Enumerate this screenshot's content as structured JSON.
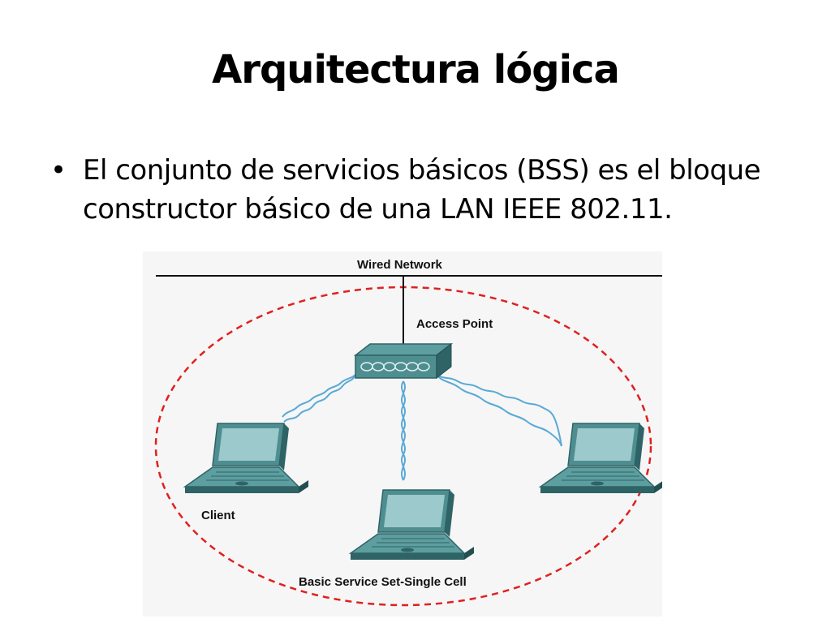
{
  "slide": {
    "title": "Arquitectura lógica",
    "bullets": [
      {
        "symbol": "•",
        "text": "El conjunto de servicios básicos (BSS) es el bloque constructor básico de una LAN IEEE 802.11."
      }
    ]
  },
  "diagram": {
    "wired_network_label": "Wired Network",
    "access_point_label": "Access Point",
    "client_label": "Client",
    "cell_label": "Basic Service Set-Single Cell",
    "colors": {
      "device_teal": "#4f8e90",
      "device_dark": "#2f6466",
      "screen": "#9cc9cb",
      "signal": "#5aa9d6",
      "cell_boundary": "#e02020",
      "line": "#111111"
    }
  }
}
